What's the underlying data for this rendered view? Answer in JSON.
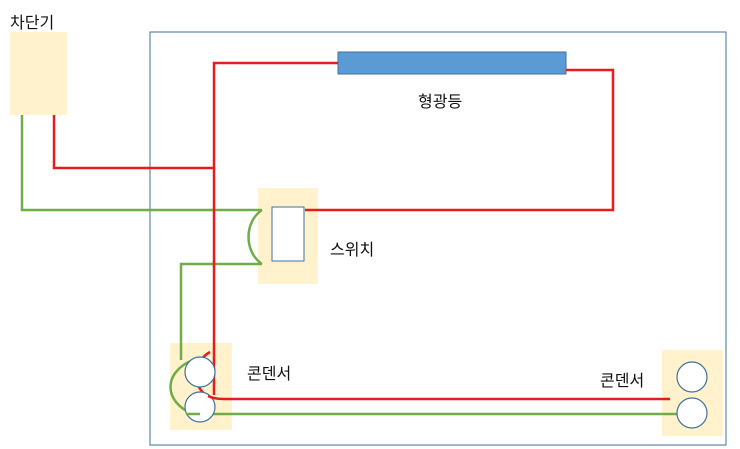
{
  "labels": {
    "breaker": "차단기",
    "lamp": "형광등",
    "switch": "스위치",
    "outlet_left": "콘덴서",
    "outlet_right": "콘덴서"
  },
  "colors": {
    "hot_wire": "#e81c1c",
    "neutral_wire": "#70ad47",
    "device_fill": "#fff2cc",
    "lamp_fill": "#5b9bd5",
    "lamp_stroke": "#41719c",
    "room_outline": "#41719c",
    "receptacle_stroke": "#41719c"
  }
}
